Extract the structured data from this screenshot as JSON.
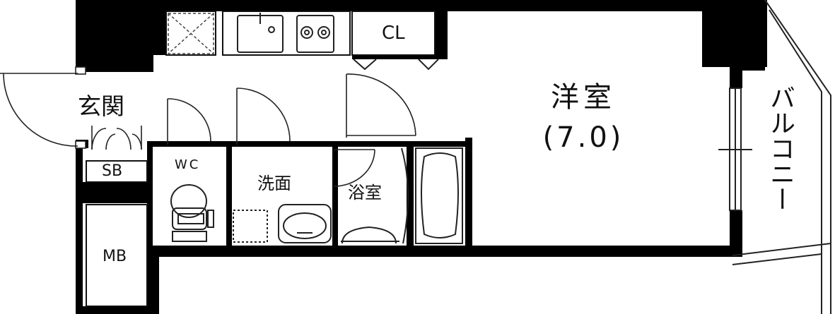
{
  "rooms": {
    "western_room": "洋室",
    "western_room_size": "(7.0)",
    "balcony": "バルコニー",
    "entrance": "玄関",
    "closet": "CL",
    "toilet": "WC",
    "shoe_box": "SB",
    "meter_box": "MB",
    "washroom": "洗面",
    "bathroom": "浴室"
  },
  "colors": {
    "wall": "#000000",
    "line": "#333333",
    "background": "#ffffff"
  }
}
